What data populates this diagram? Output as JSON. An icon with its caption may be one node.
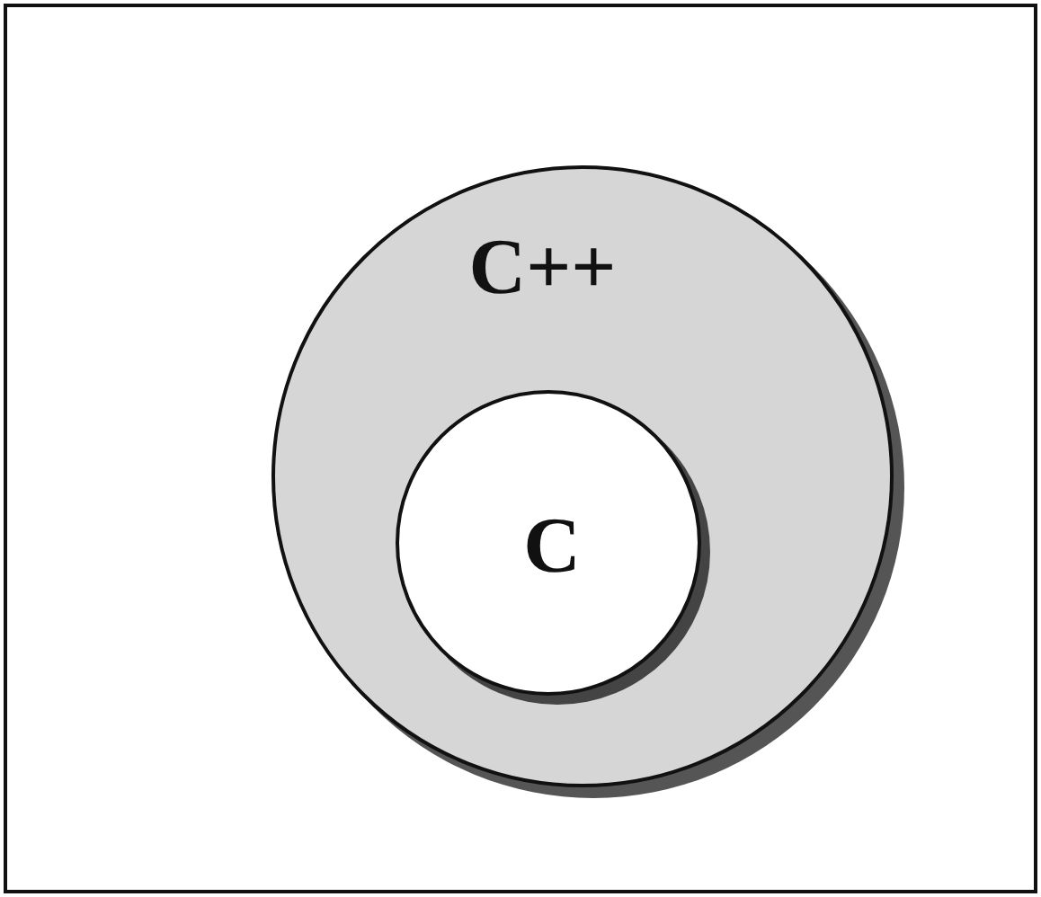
{
  "diagram": {
    "nodes": [
      {
        "text": [
          "C++"
        ]
      },
      {
        "text": [
          "C"
        ],
        "in": 0
      }
    ]
  }
}
